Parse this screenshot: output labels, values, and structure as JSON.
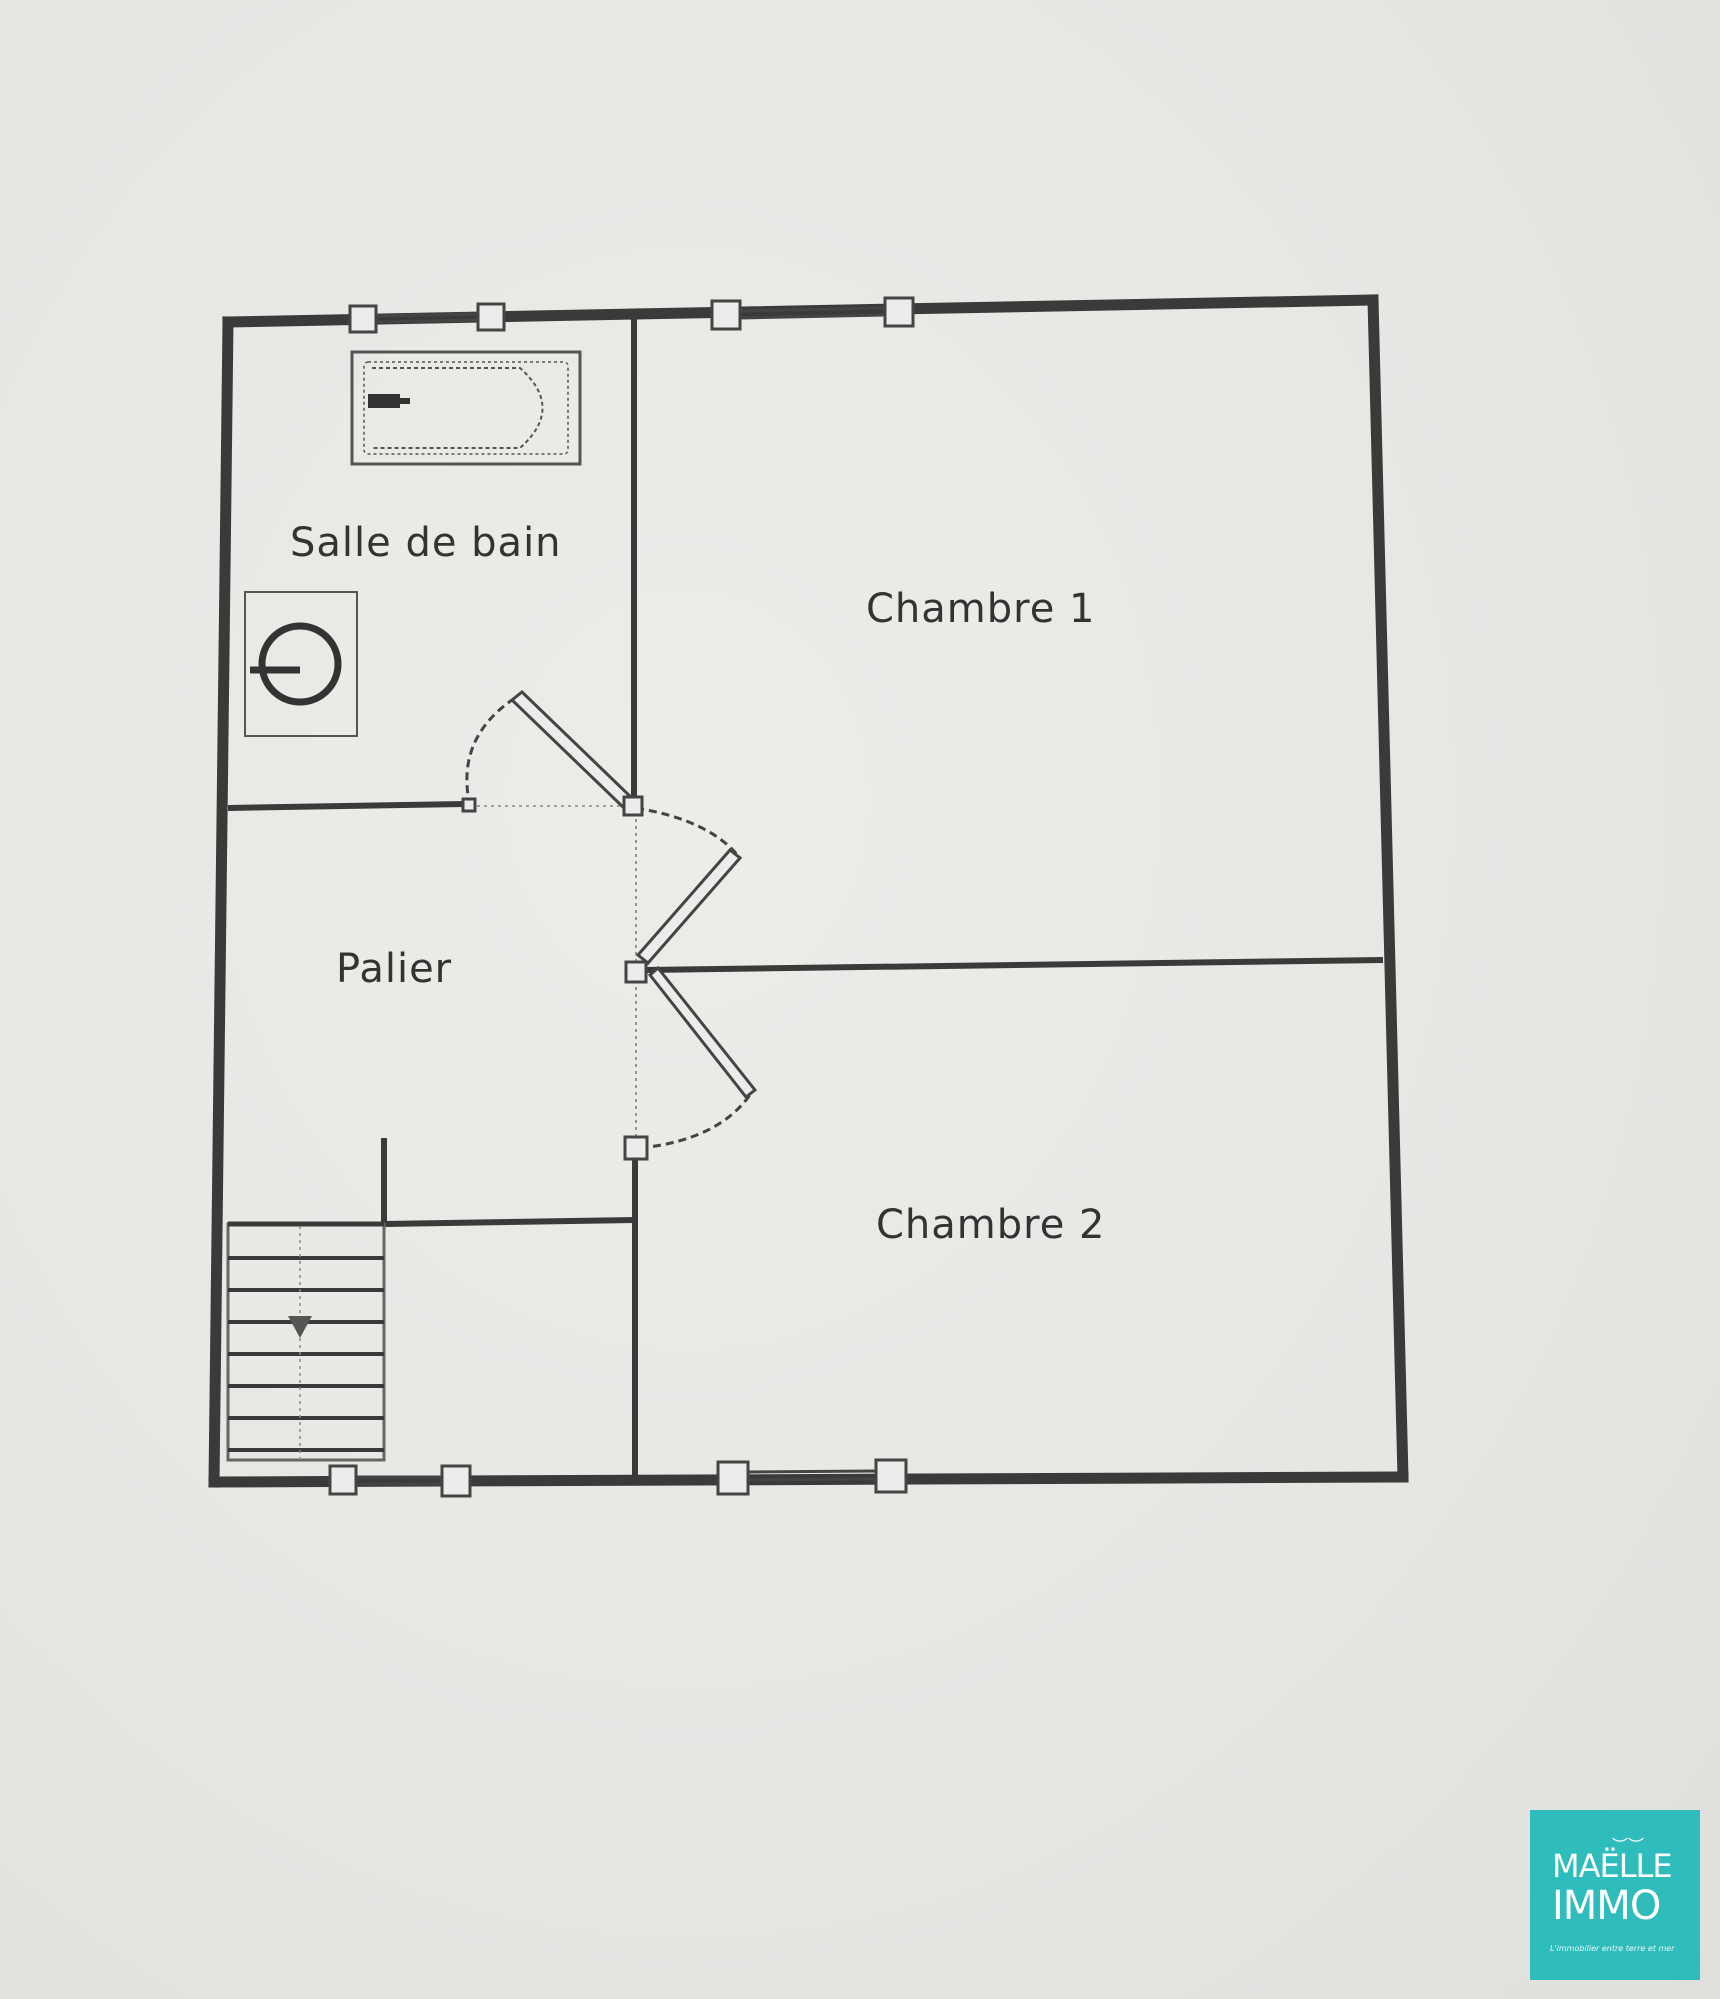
{
  "floor_plan": {
    "rooms": {
      "bathroom": "Salle de bain",
      "bedroom_1": "Chambre 1",
      "landing": "Palier",
      "bedroom_2": "Chambre 2"
    }
  },
  "logo": {
    "line_1": "MAËLLE",
    "line_2": "IMMO",
    "tagline": "L'immobilier entre terre et mer",
    "background_color": "#2ebcbd"
  }
}
